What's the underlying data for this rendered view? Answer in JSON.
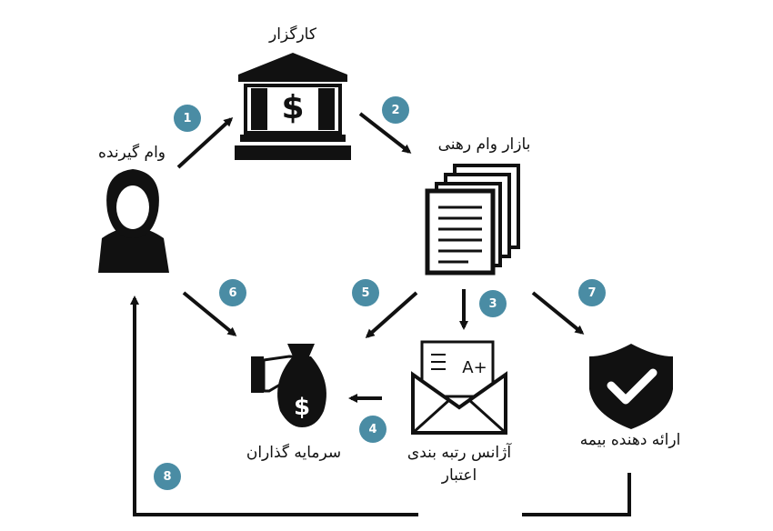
{
  "nodes": {
    "broker": "کارگزار",
    "borrower": "وام گیرنده",
    "mortgage_market": "بازار وام رهنی",
    "investors": "سرمایه گذاران",
    "rating_agency_line1": "آژانس رتبه بندی",
    "rating_agency_line2": "اعتبار",
    "insurer": "ارائه دهنده بیمه"
  },
  "steps": [
    "1",
    "2",
    "3",
    "4",
    "5",
    "6",
    "7",
    "8"
  ],
  "icons": {
    "broker": "bank-dollar-icon",
    "borrower": "person-silhouette-icon",
    "mortgage_market": "document-stack-icon",
    "investors": "hand-money-bag-icon",
    "rating_agency": "envelope-grade-icon",
    "insurer": "shield-check-icon",
    "dollar_symbol": "$",
    "grade_symbol": "A+"
  },
  "colors": {
    "badge": "#4a8ca4",
    "ink": "#111111"
  }
}
